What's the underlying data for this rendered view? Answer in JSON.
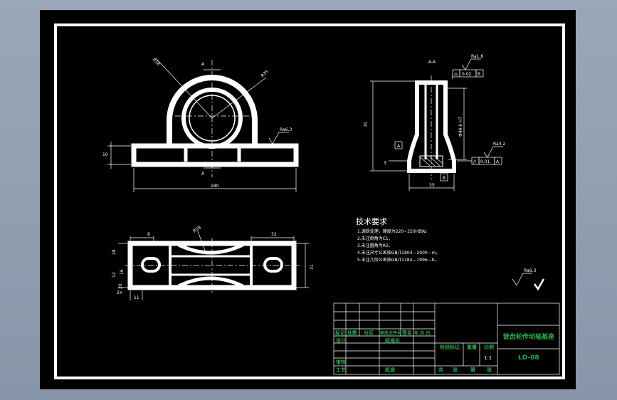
{
  "drawing": {
    "front_view": {
      "section_mark_top": "A",
      "section_mark_bottom": "A",
      "dim_r_outer": "R58",
      "dim_r_inner": "R35",
      "dim_width": "180",
      "dim_base_height": "10",
      "roughness_base": "Ra6.3"
    },
    "section_view": {
      "title": "A-A",
      "dim_height": "70",
      "dim_bore": "Φ44.6  H7",
      "dim_width": "35",
      "dim_small": "3",
      "datum_a": "A",
      "datum_b": "B",
      "tolerance_top_symbol": "◎",
      "tolerance_top_value": "0.02",
      "tolerance_top_datum": "B",
      "tolerance_bottom_symbol": "//",
      "tolerance_bottom_value": "0.01",
      "tolerance_bottom_datum": "A",
      "roughness_top": "Ra1.6",
      "roughness_bottom": "Ra3.2"
    },
    "top_view": {
      "dim_r": "R28",
      "dim_left": "8",
      "dim_right": "32",
      "dim_h1": "28",
      "dim_h2": "16",
      "dim_h3": "20",
      "dim_h4": "12",
      "dim_right_h": "31",
      "dim_bottom_left": "11",
      "dim_note": "2×"
    },
    "requirements": {
      "title": "技术要求",
      "items": [
        "1.调质处理，硬度为220~250HBW。",
        "2.未注倒角为C1。",
        "3.未注圆角为R2。",
        "4.未注尺寸公差按GB/T1804—2000—m。",
        "5.未注几何公差按GB/T1184—1996—K。"
      ]
    },
    "general_roughness": "Ra6.3",
    "title_block": {
      "drawing_title": "链齿轮传动轴基座",
      "drawing_no": "LD-08",
      "scale": "1:1",
      "header_labels": [
        "标记",
        "处数",
        "分区",
        "更改文件号",
        "签名",
        "年.月.日"
      ],
      "design_label": "设计",
      "standard_label": "标准化",
      "review_label": "审核",
      "process_label": "工艺",
      "approve_label": "批准",
      "stage_label": "阶段标记",
      "weight_label": "重量",
      "scale_label": "比例",
      "sheet_labels": [
        "共",
        "张",
        "第",
        "张"
      ]
    }
  }
}
